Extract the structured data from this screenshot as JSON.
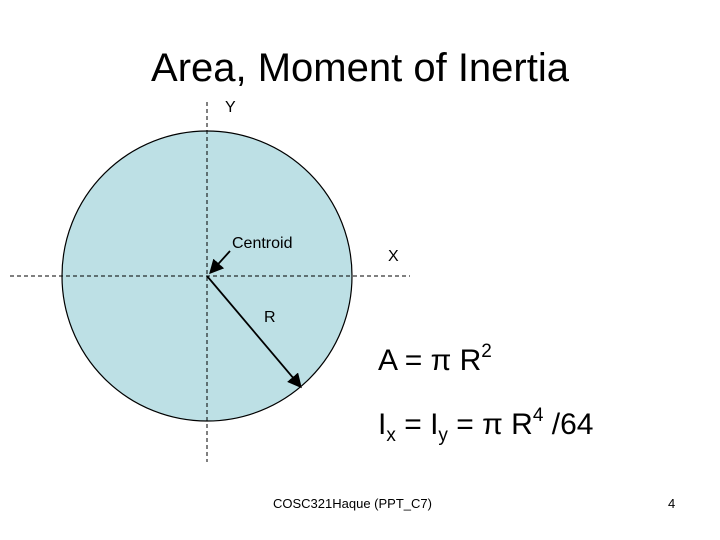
{
  "slide": {
    "title": "Area, Moment of Inertia",
    "page_number": "4"
  },
  "diagram": {
    "labels": {
      "y_axis": "Y",
      "x_axis": "X",
      "centroid": "Centroid",
      "radius": "R"
    },
    "colors": {
      "circle_fill": "#bde0e5",
      "circle_stroke": "#000000"
    }
  },
  "formulas": {
    "area": {
      "lhs": "A",
      "op": "=",
      "rhs": "π R",
      "exp": "2"
    },
    "inertia": {
      "ix_base": "I",
      "ix_sub": "x",
      "eq1": "=",
      "iy_base": "I",
      "iy_sub": "y",
      "eq2": "= π R",
      "exp": "4",
      "tail": "/64"
    }
  },
  "footer": {
    "text": "COSC321Haque (PPT_C7)"
  }
}
